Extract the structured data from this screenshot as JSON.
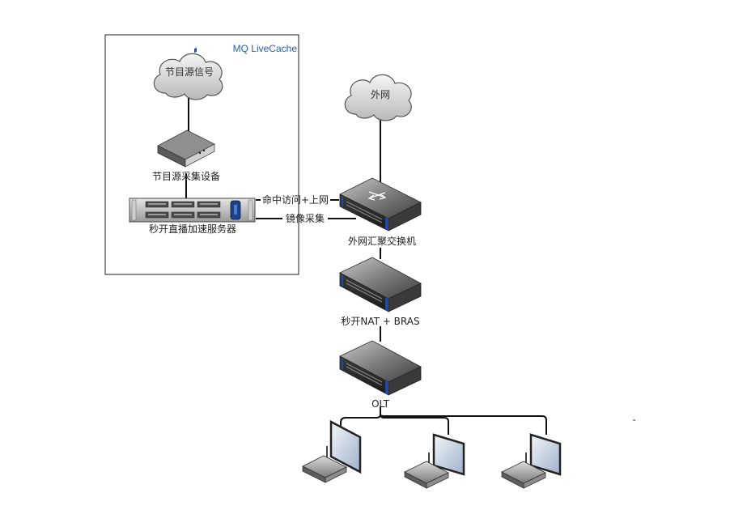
{
  "group": {
    "title": "MQ LiveCache"
  },
  "clouds": {
    "source_signal": "节目源信号",
    "internet": "外网"
  },
  "devices": {
    "capture_device": "节目源采集设备",
    "accel_server": "秒开直播加速服务器",
    "agg_switch": "外网汇聚交换机",
    "nat_bras": "秒开NAT + BRAS",
    "olt": "OLT"
  },
  "links": {
    "hit_access": "命中访问+上网",
    "mirror_capture": "镜像采集"
  }
}
